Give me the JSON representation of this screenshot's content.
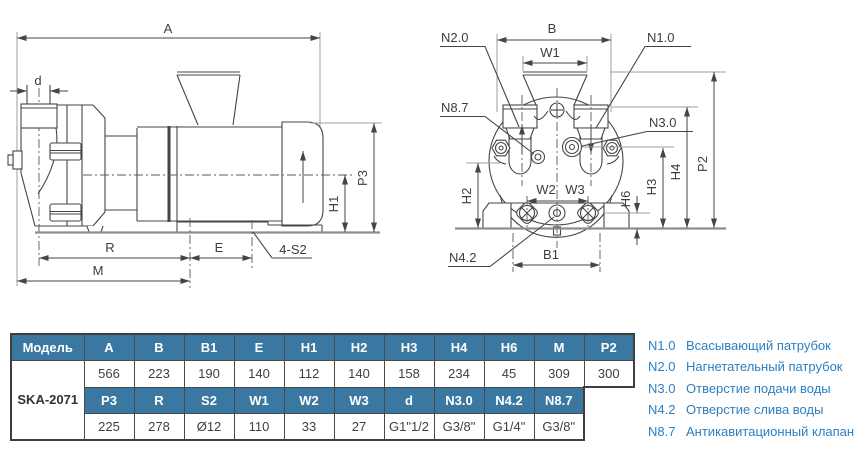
{
  "labels": {
    "A": "A",
    "d": "d",
    "P3": "P3",
    "H1": "H1",
    "R": "R",
    "M": "M",
    "E": "E",
    "s2": "4-S2",
    "B": "B",
    "W1": "W1",
    "W2": "W2",
    "W3": "W3",
    "H2": "H2",
    "H3": "H3",
    "H4": "H4",
    "H6": "H6",
    "P2": "P2",
    "B1": "B1",
    "N1": "N1.0",
    "N2": "N2.0",
    "N3": "N3.0",
    "N4": "N4.2",
    "N8": "N8.7"
  },
  "table": {
    "model_header": "Модель",
    "model": "SKA-2071",
    "row1_headers": [
      "A",
      "B",
      "B1",
      "E",
      "H1",
      "H2",
      "H3",
      "H4",
      "H6",
      "M",
      "P2"
    ],
    "row1_values": [
      "566",
      "223",
      "190",
      "140",
      "112",
      "140",
      "158",
      "234",
      "45",
      "309",
      "300"
    ],
    "row2_headers": [
      "P3",
      "R",
      "S2",
      "W1",
      "W2",
      "W3",
      "d",
      "N3.0",
      "N4.2",
      "N8.7"
    ],
    "row2_values": [
      "225",
      "278",
      "Ø12",
      "110",
      "33",
      "27",
      "G1\"1/2",
      "G3/8\"",
      "G1/4\"",
      "G3/8\""
    ]
  },
  "legend": {
    "items": [
      {
        "code": "N1.0",
        "label": "Всасывающий патрубок"
      },
      {
        "code": "N2.0",
        "label": "Нагнетательный патрубок"
      },
      {
        "code": "N3.0",
        "label": "Отверстие подачи воды"
      },
      {
        "code": "N4.2",
        "label": "Отверстие слива воды"
      },
      {
        "code": "N8.7",
        "label": "Антикавитационный клапан"
      }
    ]
  },
  "colors": {
    "header_blue": "#3a78a1",
    "legend_blue": "#2b80c4",
    "line_dark": "#454545",
    "line_gray": "#9f9f9f"
  }
}
